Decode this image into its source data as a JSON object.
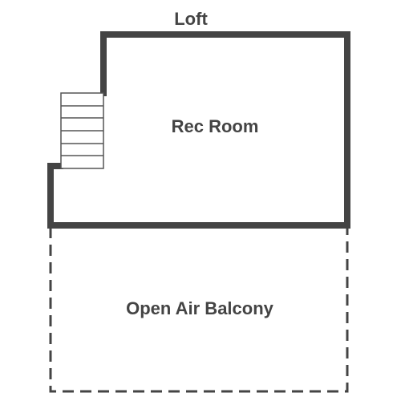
{
  "plan": {
    "title": "Loft",
    "rooms": [
      {
        "name": "Rec Room",
        "wall_style": "solid"
      },
      {
        "name": "Open Air Balcony",
        "wall_style": "dashed"
      }
    ],
    "features": [
      "stairs-icon"
    ],
    "colors": {
      "wall": "#444444",
      "stair_lines": "#555555",
      "text": "#444444",
      "background": "#ffffff"
    }
  }
}
